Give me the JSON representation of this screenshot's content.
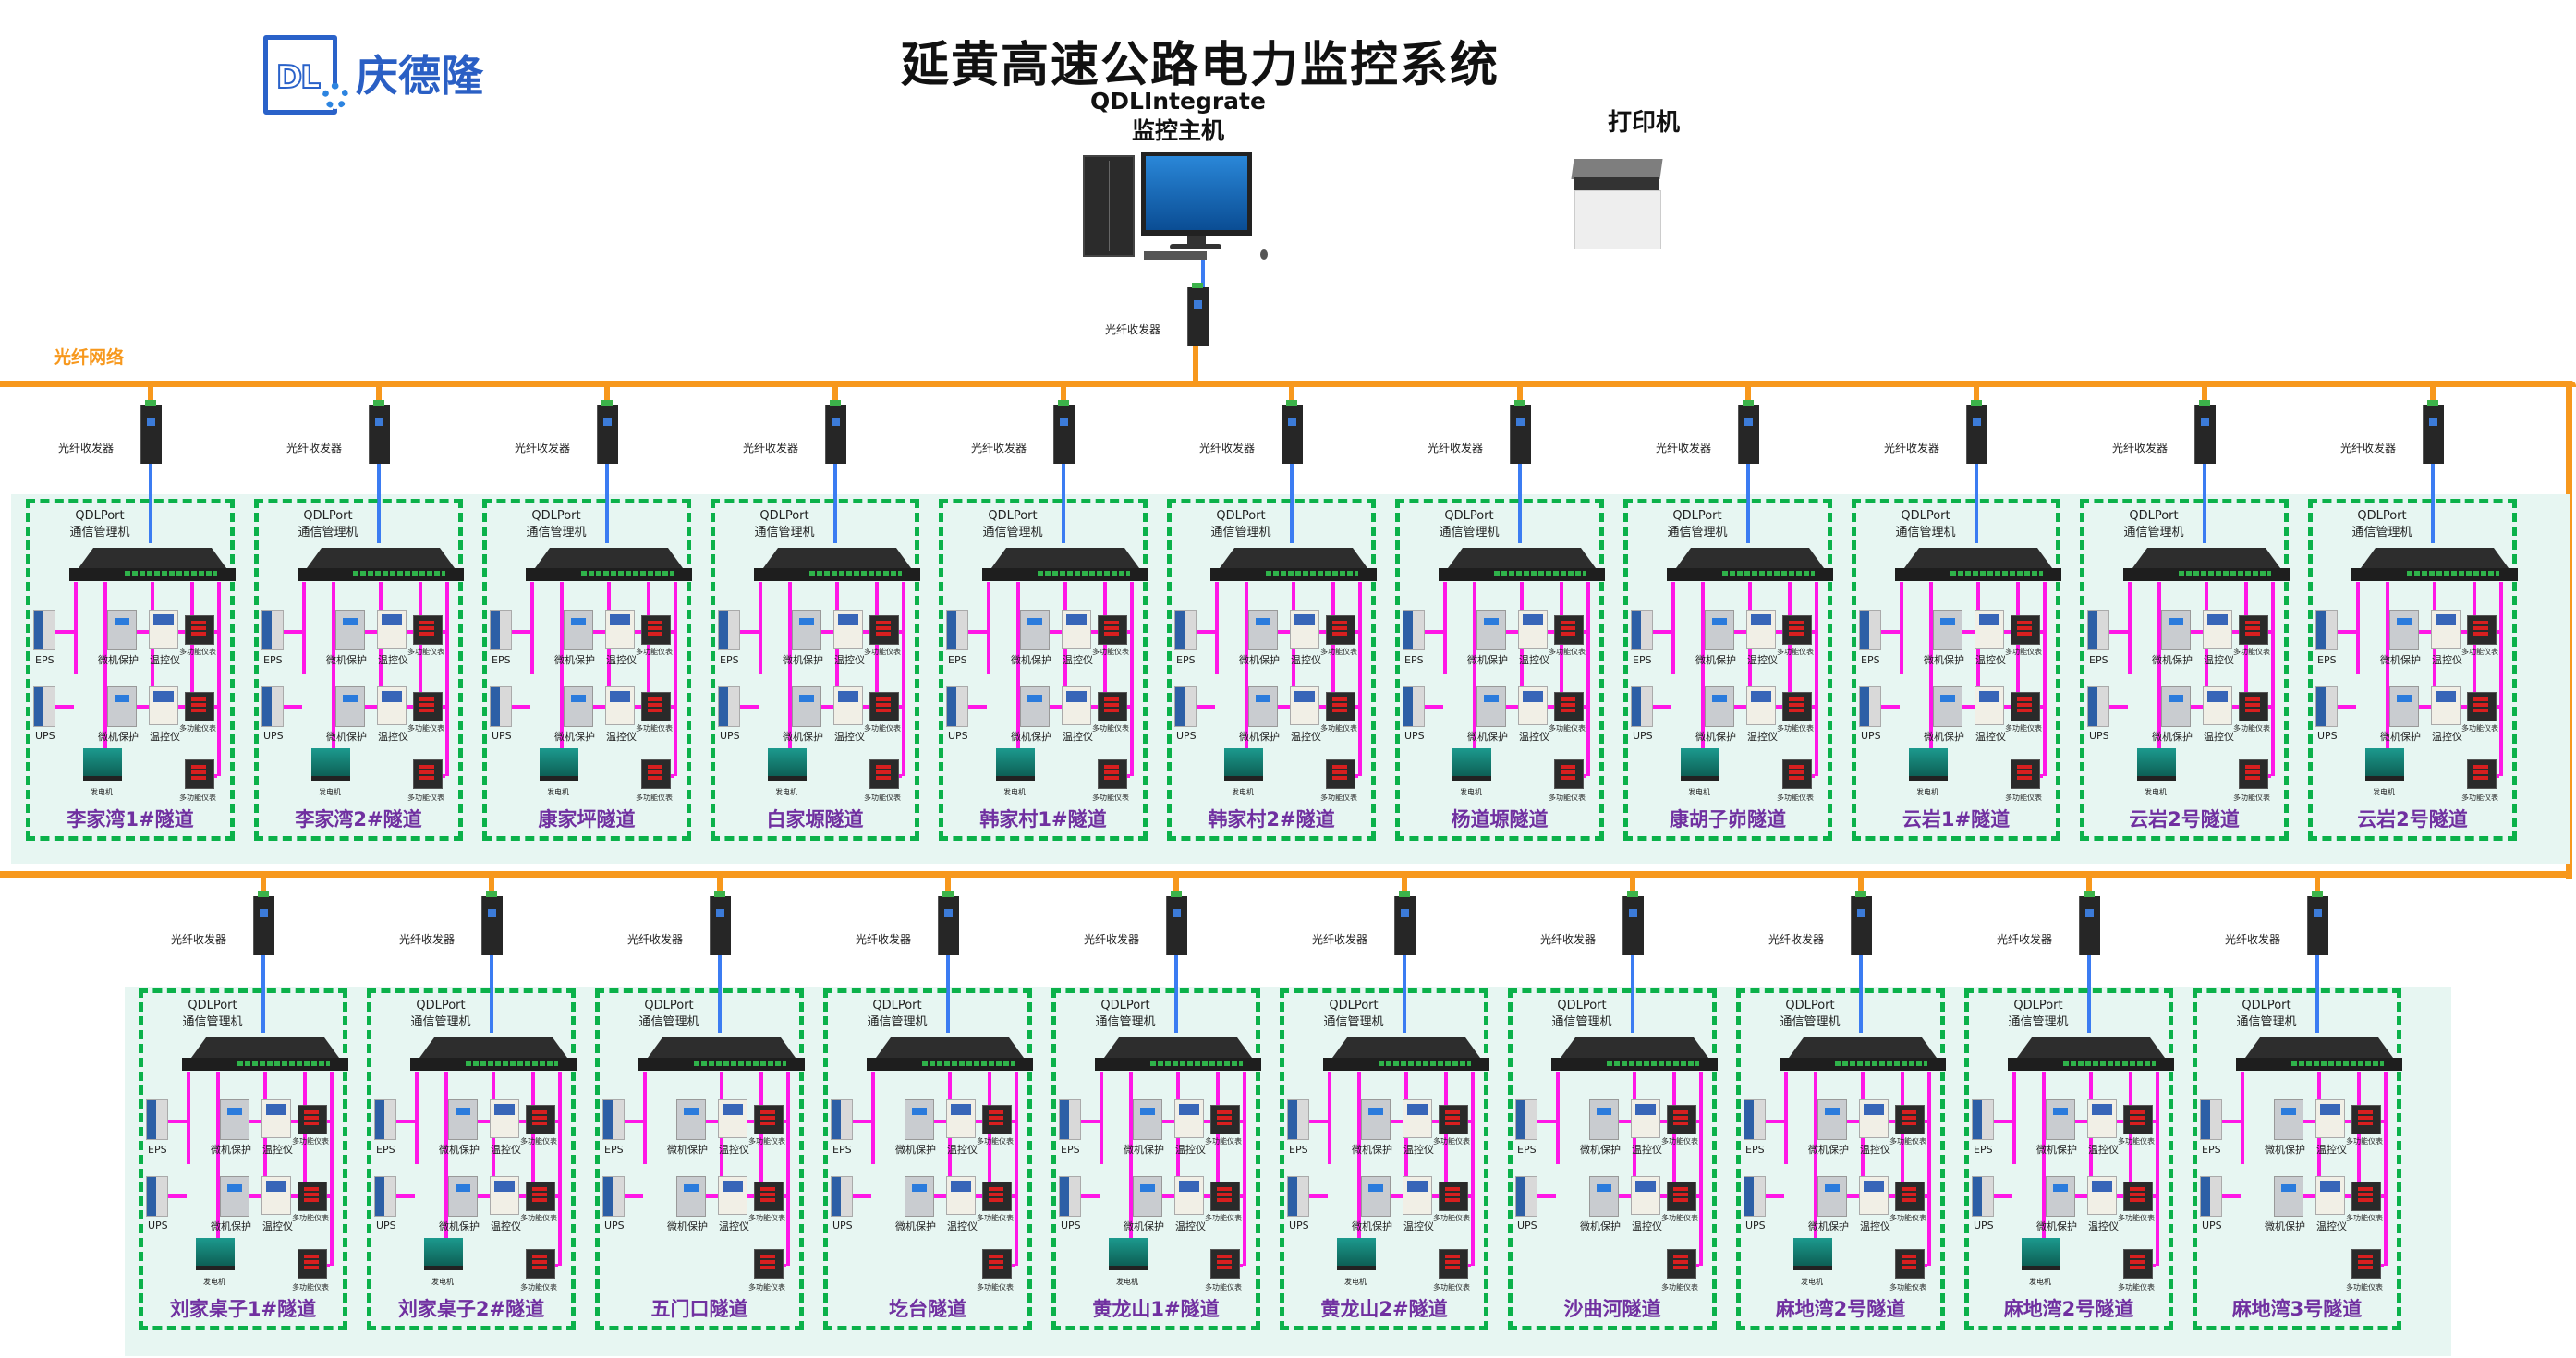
{
  "title": "延黄高速公路电力监控系统",
  "logo": {
    "mark": "DL",
    "company": "庆德隆"
  },
  "host": {
    "line1": "QDLIntegrate",
    "line2": "监控主机"
  },
  "printer": {
    "label": "打印机"
  },
  "network": {
    "label": "光纤网络",
    "color": "#f7981d"
  },
  "transceiver_label": "光纤收发器",
  "manager": {
    "line1": "QDLPort",
    "line2": "通信管理机"
  },
  "devices": {
    "eps": "EPS",
    "ups": "UPS",
    "protection": "微机保护",
    "temp": "温控仪",
    "meter": "多功能仪表",
    "generator": "发电机"
  },
  "colors": {
    "fiber": "#f7981d",
    "ethernet": "#3b7cf2",
    "rs485": "#ff17e6",
    "border": "#0bb14a",
    "tunnel_name": "#7030a0",
    "panel": "#e7f6f2"
  },
  "rows": [
    {
      "tunnels": [
        {
          "name": "李家湾1#隧道",
          "generator": true
        },
        {
          "name": "李家湾2#隧道",
          "generator": true
        },
        {
          "name": "康家坪隧道",
          "generator": true
        },
        {
          "name": "白家塬隧道",
          "generator": true
        },
        {
          "name": "韩家村1#隧道",
          "generator": true
        },
        {
          "name": "韩家村2#隧道",
          "generator": true
        },
        {
          "name": "杨道塬隧道",
          "generator": true
        },
        {
          "name": "康胡子峁隧道",
          "generator": true
        },
        {
          "name": "云岩1#隧道",
          "generator": true
        },
        {
          "name": "云岩2号隧道",
          "generator": true
        },
        {
          "name": "云岩2号隧道",
          "generator": true
        }
      ]
    },
    {
      "tunnels": [
        {
          "name": "刘家桌子1#隧道",
          "generator": true
        },
        {
          "name": "刘家桌子2#隧道",
          "generator": true
        },
        {
          "name": "五门口隧道",
          "generator": false
        },
        {
          "name": "圪台隧道",
          "generator": false
        },
        {
          "name": "黄龙山1#隧道",
          "generator": true
        },
        {
          "name": "黄龙山2#隧道",
          "generator": true
        },
        {
          "name": "沙曲河隧道",
          "generator": false
        },
        {
          "name": "麻地湾2号隧道",
          "generator": true
        },
        {
          "name": "麻地湾2号隧道",
          "generator": true
        },
        {
          "name": "麻地湾3号隧道",
          "generator": false
        }
      ]
    }
  ]
}
